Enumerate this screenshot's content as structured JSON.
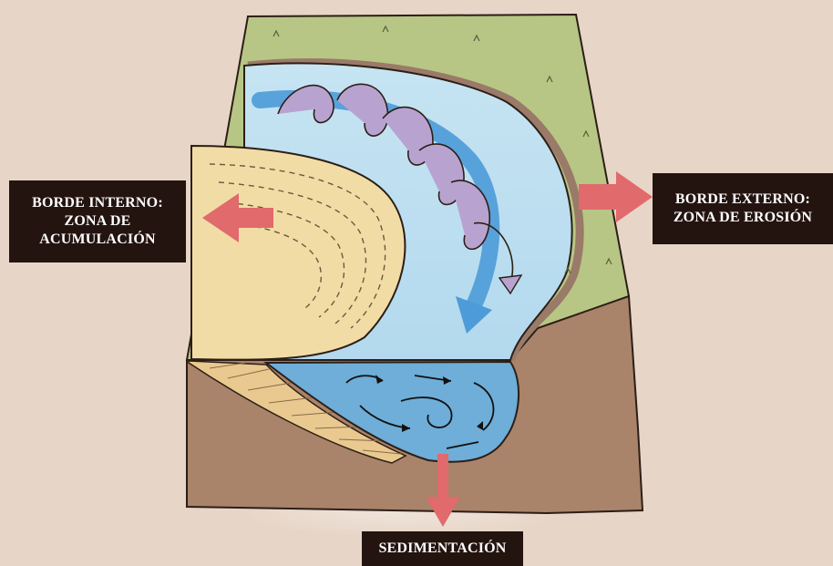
{
  "labels": {
    "inner": {
      "line1": "BORDE INTERNO:",
      "line2": "ZONA DE",
      "line3": "ACUMULACIÓN"
    },
    "outer": {
      "line1": "BORDE EXTERNO:",
      "line2": "ZONA DE EROSIÓN"
    },
    "sedimentation": "SEDIMENTACIÓN"
  },
  "colors": {
    "background": "#e7d6c8",
    "grass": "#b7c684",
    "water": "#bfe0ef",
    "water_deep": "#6eaed8",
    "sand": "#f2dca6",
    "soil": "#a9836a",
    "flow_arrow": "#4d9bd8",
    "spiral": "#b8a3d0",
    "pointer_arrow": "#e06a6c",
    "label_bg": "#241410",
    "label_text": "#ffffff"
  },
  "icons": [
    "flow-arrow-icon",
    "helical-flow-icon",
    "pointer-arrow-icon"
  ]
}
